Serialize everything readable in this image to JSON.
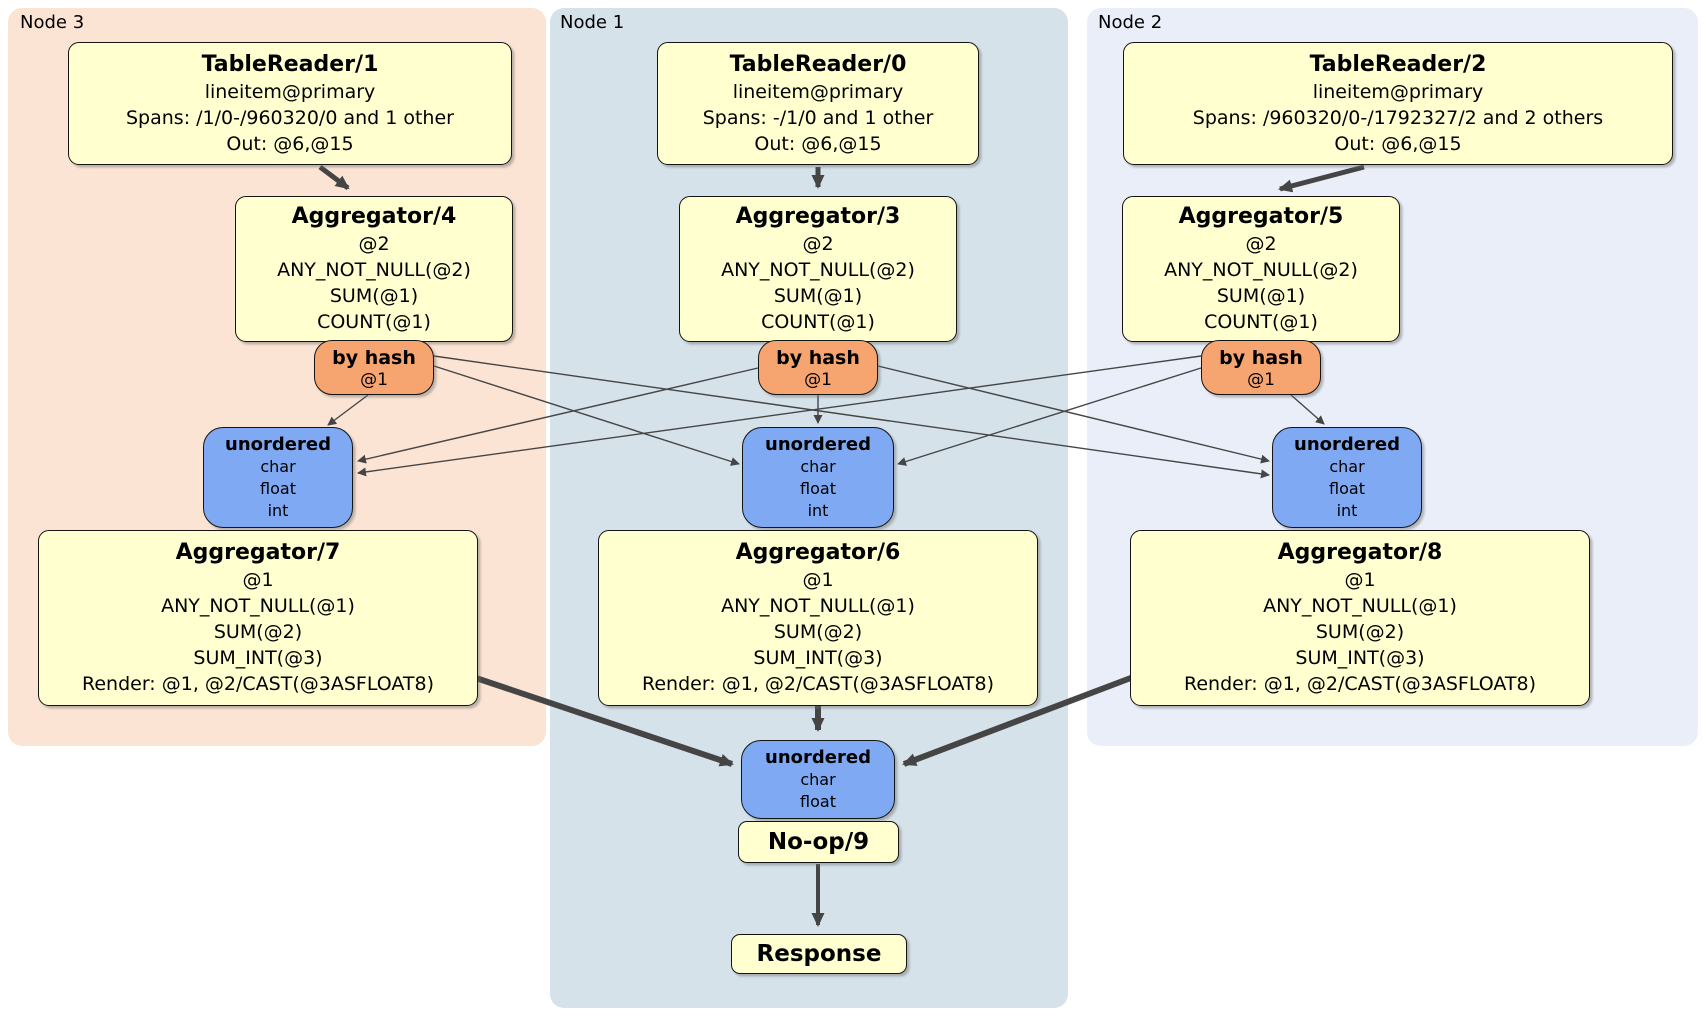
{
  "regions": [
    {
      "id": "node3",
      "label": "Node 3"
    },
    {
      "id": "node1",
      "label": "Node 1"
    },
    {
      "id": "node2",
      "label": "Node 2"
    }
  ],
  "operators": {
    "tr1": {
      "title": "TableReader/1",
      "lines": [
        "lineitem@primary",
        "Spans: /1/0-/960320/0 and 1 other",
        "Out: @6,@15"
      ]
    },
    "tr0": {
      "title": "TableReader/0",
      "lines": [
        "lineitem@primary",
        "Spans: -/1/0 and 1 other",
        "Out: @6,@15"
      ]
    },
    "tr2": {
      "title": "TableReader/2",
      "lines": [
        "lineitem@primary",
        "Spans: /960320/0-/1792327/2 and 2 others",
        "Out: @6,@15"
      ]
    },
    "agg4": {
      "title": "Aggregator/4",
      "lines": [
        "@2",
        "ANY_NOT_NULL(@2)",
        "SUM(@1)",
        "COUNT(@1)"
      ]
    },
    "agg3": {
      "title": "Aggregator/3",
      "lines": [
        "@2",
        "ANY_NOT_NULL(@2)",
        "SUM(@1)",
        "COUNT(@1)"
      ]
    },
    "agg5": {
      "title": "Aggregator/5",
      "lines": [
        "@2",
        "ANY_NOT_NULL(@2)",
        "SUM(@1)",
        "COUNT(@1)"
      ]
    },
    "agg7": {
      "title": "Aggregator/7",
      "lines": [
        "@1",
        "ANY_NOT_NULL(@1)",
        "SUM(@2)",
        "SUM_INT(@3)",
        "Render: @1, @2/CAST(@3ASFLOAT8)"
      ]
    },
    "agg6": {
      "title": "Aggregator/6",
      "lines": [
        "@1",
        "ANY_NOT_NULL(@1)",
        "SUM(@2)",
        "SUM_INT(@3)",
        "Render: @1, @2/CAST(@3ASFLOAT8)"
      ]
    },
    "agg8": {
      "title": "Aggregator/8",
      "lines": [
        "@1",
        "ANY_NOT_NULL(@1)",
        "SUM(@2)",
        "SUM_INT(@3)",
        "Render: @1, @2/CAST(@3ASFLOAT8)"
      ]
    },
    "noop": {
      "title": "No-op/9"
    },
    "response": {
      "title": "Response"
    }
  },
  "routers": {
    "node3": {
      "label": "by hash",
      "key": "@1"
    },
    "node1": {
      "label": "by hash",
      "key": "@1"
    },
    "node2": {
      "label": "by hash",
      "key": "@1"
    }
  },
  "streams": {
    "node3": {
      "label": "unordered",
      "types": [
        "char",
        "float",
        "int"
      ]
    },
    "node1": {
      "label": "unordered",
      "types": [
        "char",
        "float",
        "int"
      ]
    },
    "node2": {
      "label": "unordered",
      "types": [
        "char",
        "float",
        "int"
      ]
    },
    "final": {
      "label": "unordered",
      "types": [
        "char",
        "float"
      ]
    }
  },
  "edges": [
    {
      "from": "tr1",
      "to": "agg4"
    },
    {
      "from": "tr0",
      "to": "agg3"
    },
    {
      "from": "tr2",
      "to": "agg5"
    },
    {
      "from": "hash-node3",
      "to": "unordered-node3"
    },
    {
      "from": "hash-node3",
      "to": "unordered-node1"
    },
    {
      "from": "hash-node3",
      "to": "unordered-node2"
    },
    {
      "from": "hash-node1",
      "to": "unordered-node3"
    },
    {
      "from": "hash-node1",
      "to": "unordered-node1"
    },
    {
      "from": "hash-node1",
      "to": "unordered-node2"
    },
    {
      "from": "hash-node2",
      "to": "unordered-node3"
    },
    {
      "from": "hash-node2",
      "to": "unordered-node1"
    },
    {
      "from": "hash-node2",
      "to": "unordered-node2"
    },
    {
      "from": "agg7",
      "to": "unordered-final"
    },
    {
      "from": "agg6",
      "to": "unordered-final"
    },
    {
      "from": "agg8",
      "to": "unordered-final"
    },
    {
      "from": "noop",
      "to": "response"
    }
  ],
  "colors": {
    "page_bg": "#ffffff",
    "region_node3": "#fce4d4",
    "region_node1": "#d5e2ea",
    "region_node2": "#eaeef9",
    "operator_fill": "#ffffd0",
    "operator_border": "#141414",
    "router_fill": "#f6a470",
    "stream_fill": "#7fa9f2",
    "edge": "#454545"
  }
}
